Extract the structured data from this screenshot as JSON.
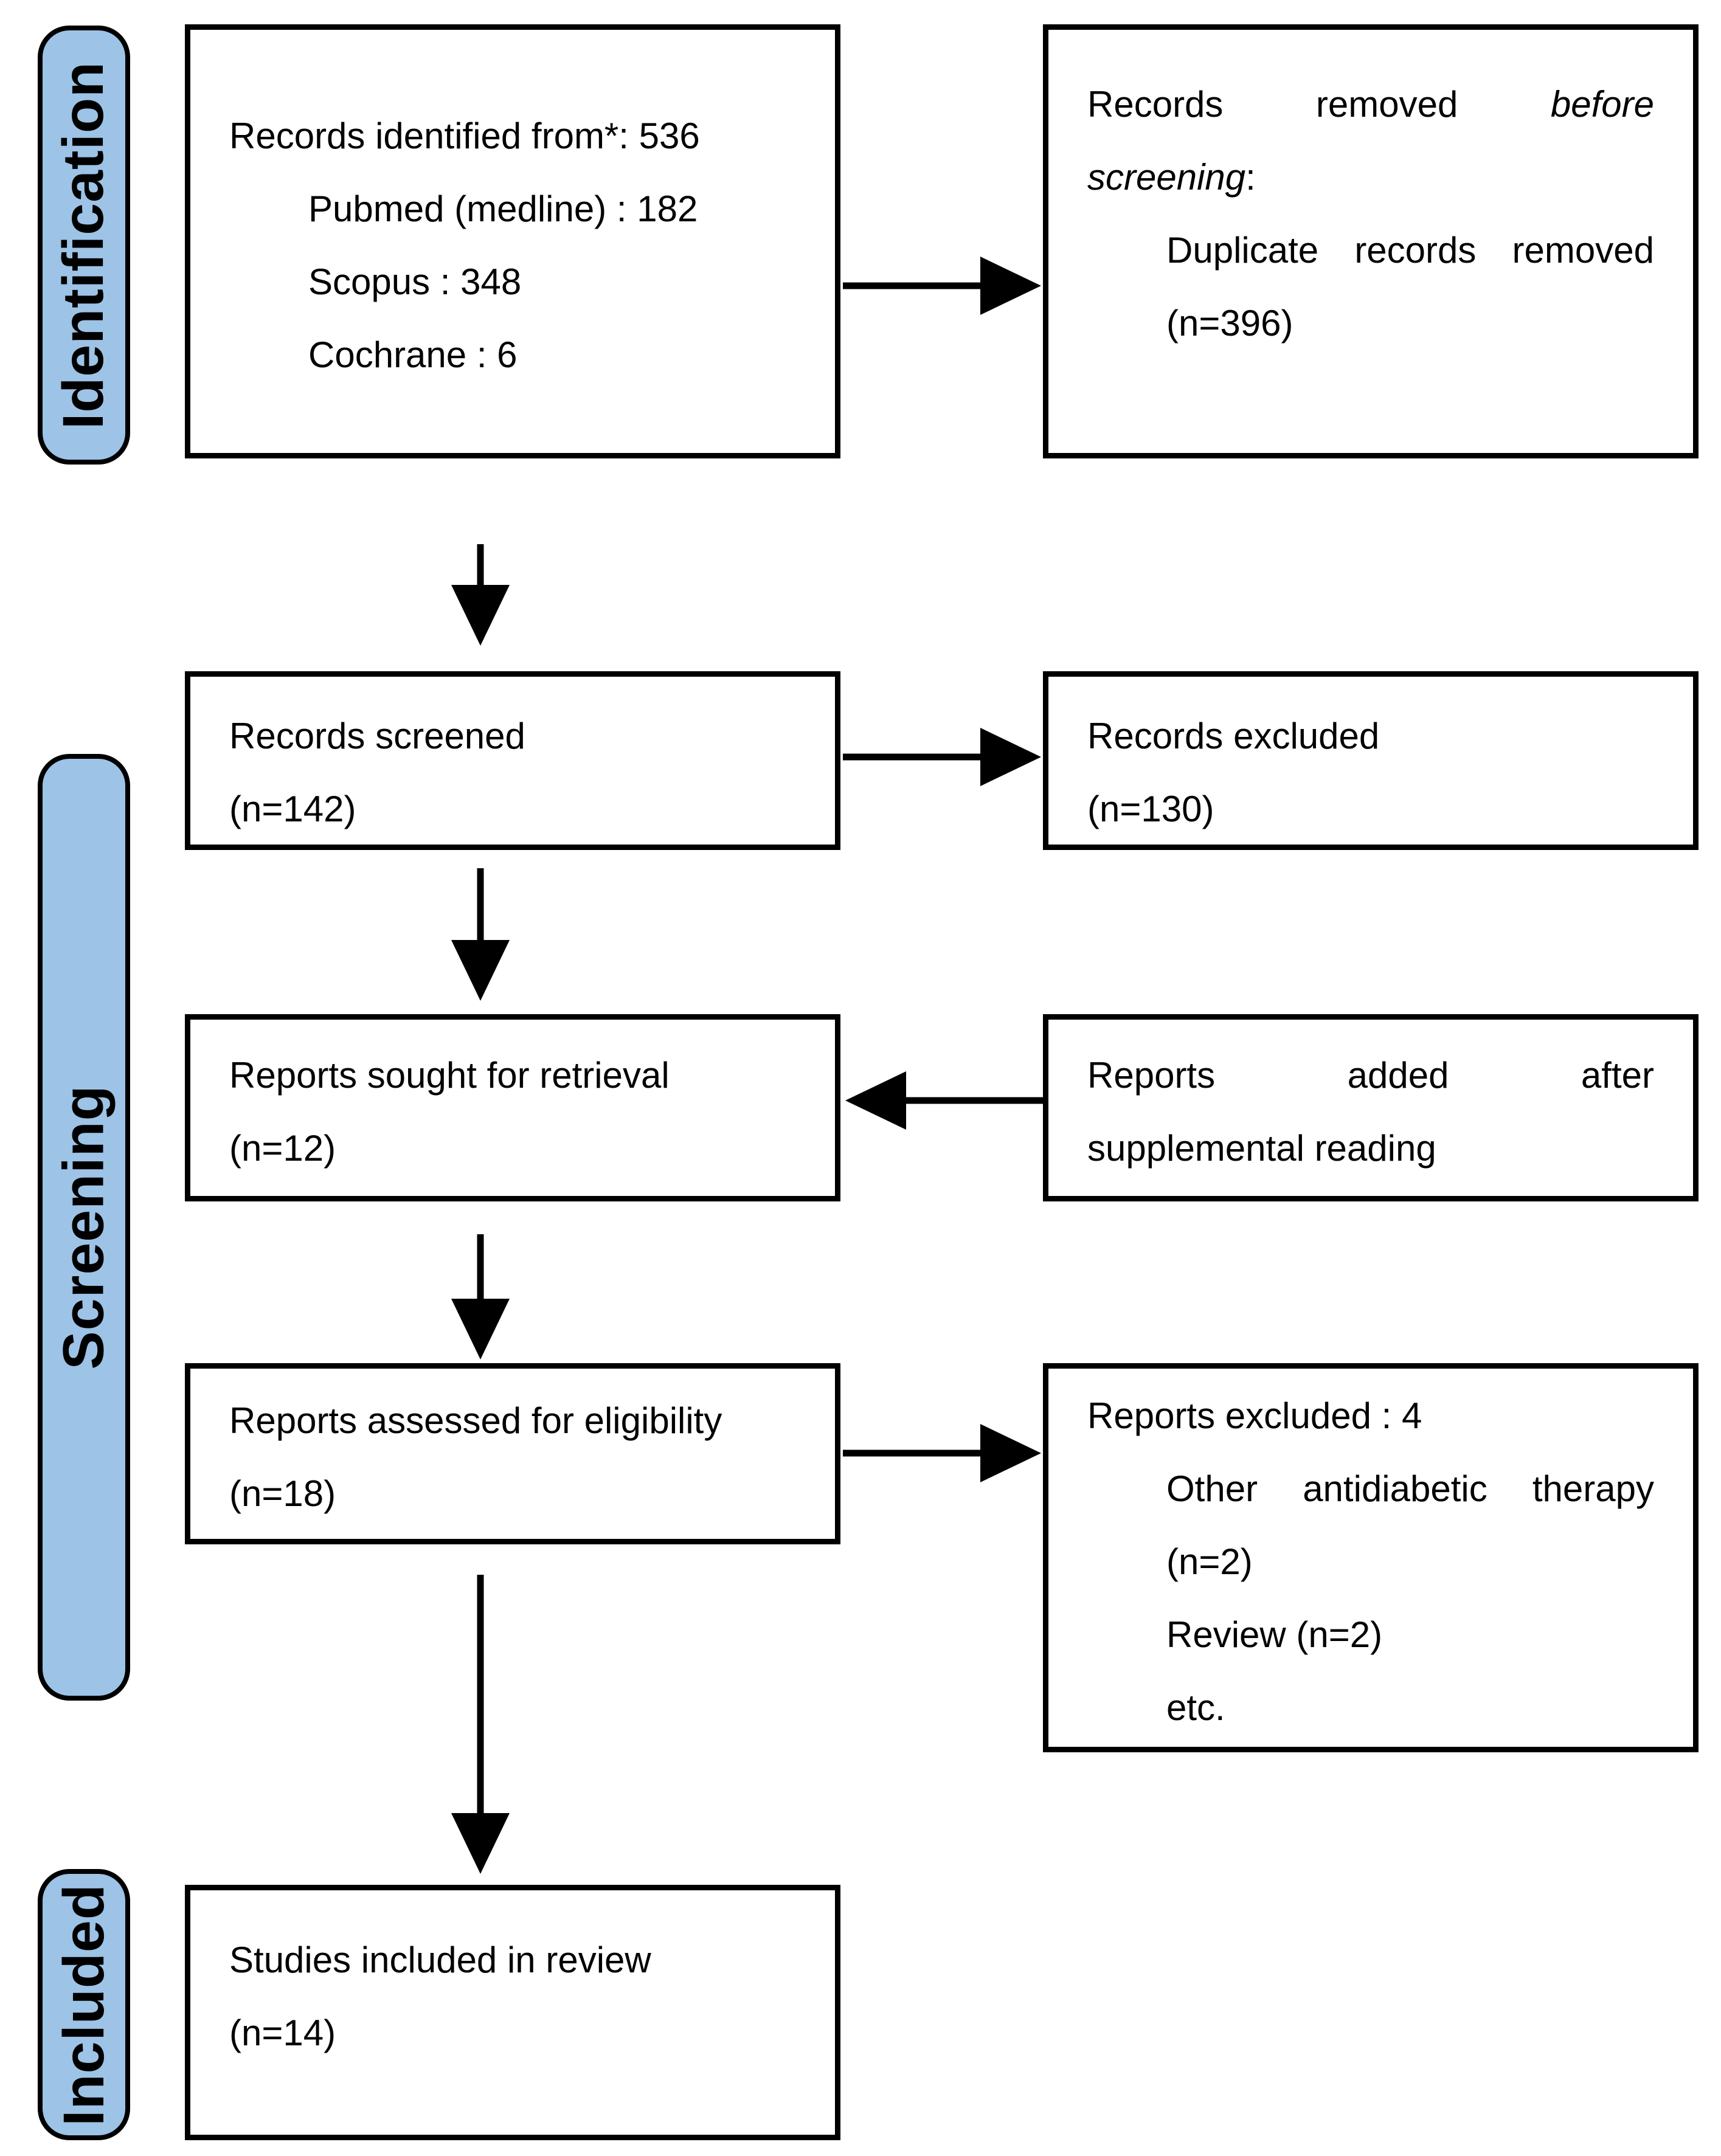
{
  "colors": {
    "stage_fill": "#9DC3E6",
    "line_color": "#000000"
  },
  "stages": {
    "identification": "Identification",
    "screening": "Screening",
    "included": "Included"
  },
  "boxes": {
    "records_identified": {
      "line1": "Records identified from*: 536",
      "line2": "Pubmed (medline) : 182",
      "line3": "Scopus : 348",
      "line4": "Cochrane : 6"
    },
    "records_removed": {
      "line1_normal": "Records removed",
      "line1_italic": "before",
      "line2_italic": "screening",
      "line2_colon": ":",
      "line3": "Duplicate records removed",
      "line4": "(n=396)"
    },
    "records_screened": {
      "line1": "Records screened",
      "line2": "(n=142)"
    },
    "records_excluded": {
      "line1": "Records excluded",
      "line2": "(n=130)"
    },
    "reports_sought": {
      "line1": "Reports sought for retrieval",
      "line2": "(n=12)"
    },
    "reports_added": {
      "line1": "Reports added after",
      "line2": "supplemental reading"
    },
    "reports_assessed": {
      "line1": "Reports assessed for eligibility",
      "line2": "(n=18)"
    },
    "reports_excluded": {
      "line1": "Reports excluded : 4",
      "line2": "Other antidiabetic therapy",
      "line3": "(n=2)",
      "line4": "Review (n=2)",
      "line5": "etc."
    },
    "studies_included": {
      "line1": "Studies included in review",
      "line2": "(n=14)"
    }
  }
}
